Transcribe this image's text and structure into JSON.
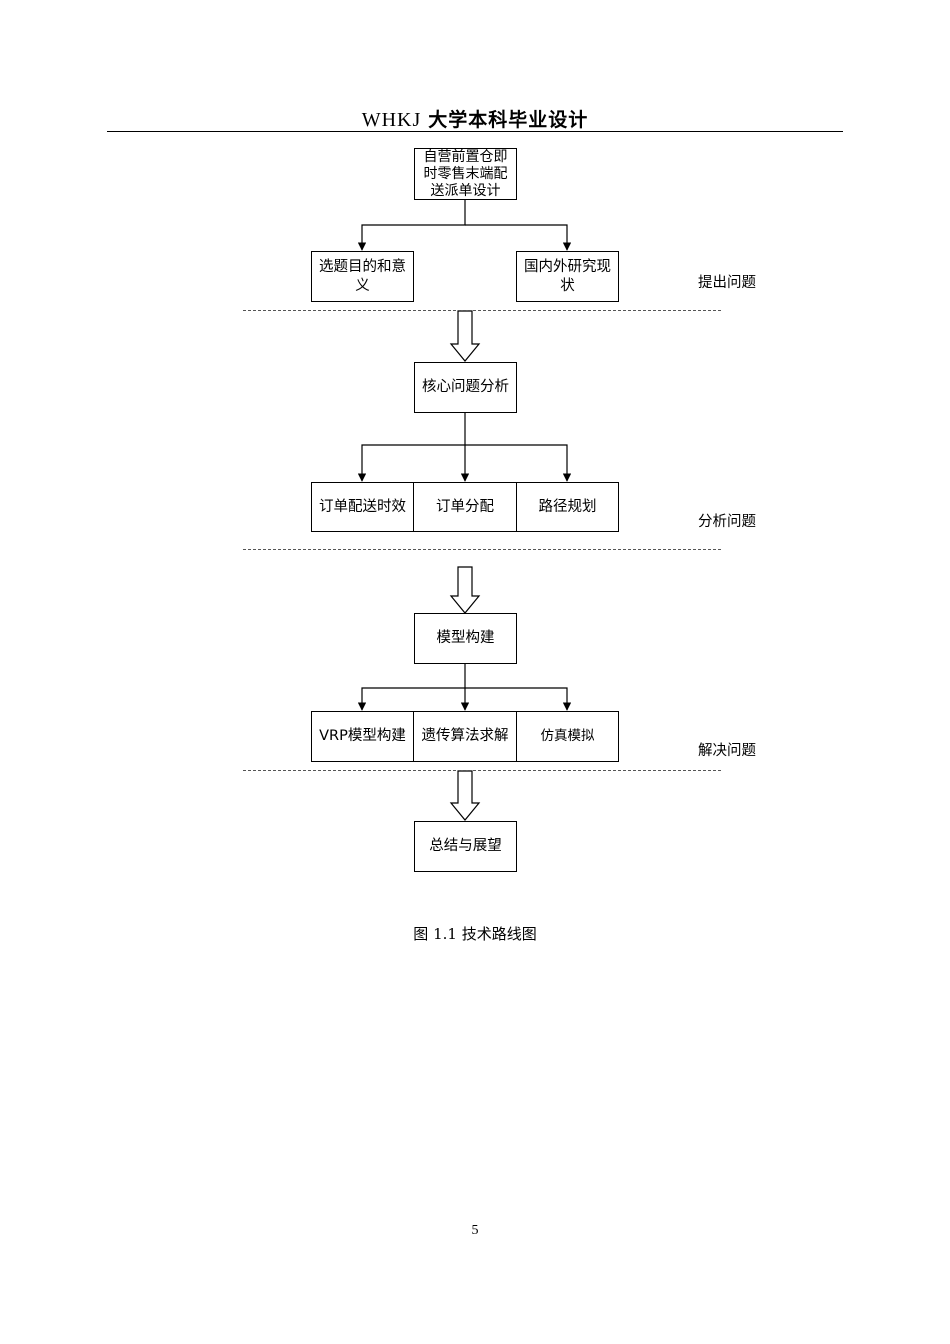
{
  "header": {
    "latin": "WHKJ",
    "title": "大学本科毕业设计"
  },
  "flowchart": {
    "root": "自营前置仓即时零售末端配送派单设计",
    "stage1": {
      "left": "选题目的和意义",
      "right": "国内外研究现状",
      "label": "提出问题"
    },
    "stage2": {
      "core": "核心问题分析",
      "items": [
        "订单配送时效",
        "订单分配",
        "路径规划"
      ],
      "label": "分析问题"
    },
    "stage3": {
      "core": "模型构建",
      "items": [
        "VRP模型构建",
        "遗传算法求解",
        "仿真模拟"
      ],
      "label": "解决问题"
    },
    "final": "总结与展望"
  },
  "caption": "图 1.1  技术路线图",
  "page_number": "5"
}
